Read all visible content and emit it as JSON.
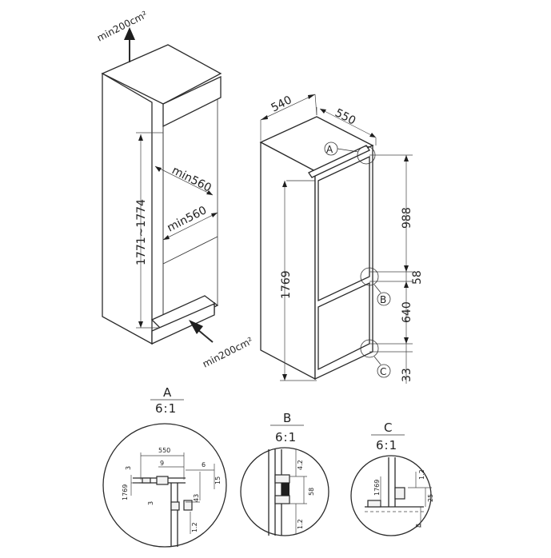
{
  "niche": {
    "air_top": "min200cm²",
    "air_bottom": "min200cm²",
    "depth": "min560",
    "width": "min560",
    "height": "1771~1774"
  },
  "appliance": {
    "width": "540",
    "depth": "550",
    "height": "1769",
    "upper": "988",
    "middle": "58",
    "lower": "640",
    "bottom": "33",
    "callout_a": "A",
    "callout_b": "B",
    "callout_c": "C"
  },
  "detail_a": {
    "title": "A",
    "scale": "6:1",
    "dims": [
      "550",
      "9",
      "6",
      "15",
      "3",
      "1769",
      "3",
      "43",
      "1.2"
    ]
  },
  "detail_b": {
    "title": "B",
    "scale": "6:1",
    "dims": [
      "4.2",
      "58",
      "1.2"
    ]
  },
  "detail_c": {
    "title": "C",
    "scale": "6:1",
    "dims": [
      "1.2",
      "1769",
      "25",
      "8"
    ]
  }
}
